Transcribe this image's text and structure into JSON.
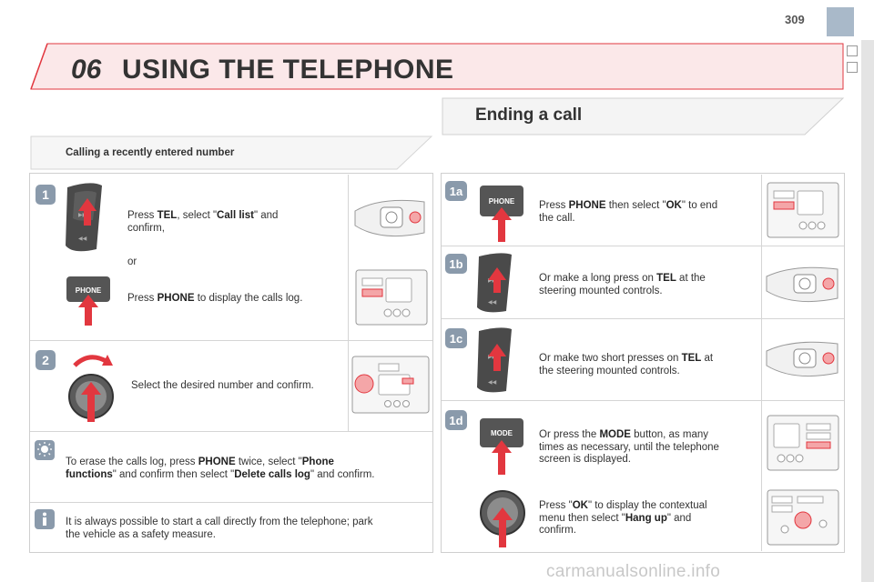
{
  "page_number": "309",
  "chapter": {
    "number": "06",
    "title": "USING THE TELEPHONE"
  },
  "left": {
    "subheading": "Calling a recently entered number",
    "step1": {
      "badge": "1",
      "press_tel_pre": "Press ",
      "press_tel_key": "TEL",
      "press_tel_mid": ", select \"",
      "press_tel_item": "Call list",
      "press_tel_post": "\" and",
      "press_tel_line2": "confirm,",
      "or": "or",
      "press_phone_pre": "Press ",
      "press_phone_key": "PHONE",
      "press_phone_post": " to display the calls log.",
      "phone_button_label": "PHONE"
    },
    "step2": {
      "badge": "2",
      "text": "Select the desired number and confirm."
    },
    "tip_erase": {
      "l1_pre": "To erase the calls log, press ",
      "l1_key": "PHONE",
      "l1_mid": " twice, select \"",
      "l1_item": "Phone",
      "l2_item": "functions",
      "l2_mid": "\" and confirm then select \"",
      "l2_item2": "Delete calls log",
      "l2_post": "\" and confirm."
    },
    "info": {
      "l1": "It is always possible to start a call directly from the telephone; park",
      "l2": "the vehicle as a safety measure."
    }
  },
  "right": {
    "heading": "Ending a call",
    "s1a": {
      "badge": "1a",
      "phone_label": "PHONE",
      "pre": "Press ",
      "key": "PHONE",
      "mid": " then select \"",
      "item": "OK",
      "post": "\" to end",
      "l2": "the call."
    },
    "s1b": {
      "badge": "1b",
      "pre": "Or make a long press on ",
      "key": "TEL",
      "post": " at the",
      "l2": "steering mounted controls."
    },
    "s1c": {
      "badge": "1c",
      "pre": "Or make two short presses on ",
      "key": "TEL",
      "post": " at",
      "l2": "the steering mounted controls."
    },
    "s1d": {
      "badge": "1d",
      "mode_label": "MODE",
      "l1_pre": "Or press the ",
      "l1_key": "MODE",
      "l1_post": " button, as many",
      "l2": "times as necessary, until the telephone",
      "l3": "screen is displayed.",
      "ok_l1_pre": "Press \"",
      "ok_l1_key": "OK",
      "ok_l1_post": "\" to display the contextual",
      "ok_l2_pre": "menu then select \"",
      "ok_l2_key": "Hang up",
      "ok_l2_post": "\" and",
      "ok_l3": "confirm."
    }
  },
  "watermark": "carmanualsonline.info",
  "colors": {
    "accent_red": "#e2373f",
    "badge_grey": "#8a9aab",
    "panel_border": "#cfcfcf"
  }
}
